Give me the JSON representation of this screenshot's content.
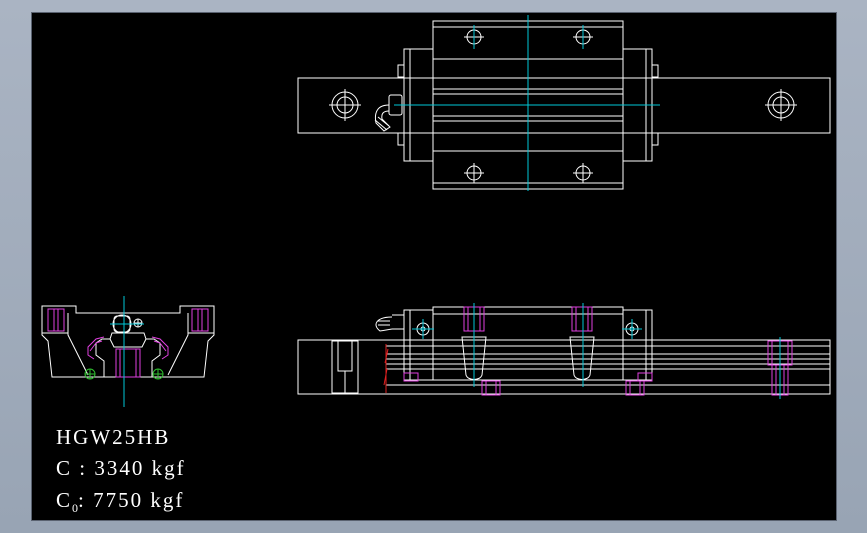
{
  "drawing": {
    "background": "#000000",
    "line_color": "#ffffff",
    "centerline_color": "#00c8d8",
    "hidden_line_color": "#e040e0",
    "section_color": "#e02020",
    "fastener_color": "#30c030"
  },
  "specs": {
    "model": "HGW25HB",
    "c_label": "C",
    "c_value": ": 3340 kgf",
    "c0_label": "C",
    "c0_sub": "0",
    "c0_value": ": 7750 kgf"
  }
}
